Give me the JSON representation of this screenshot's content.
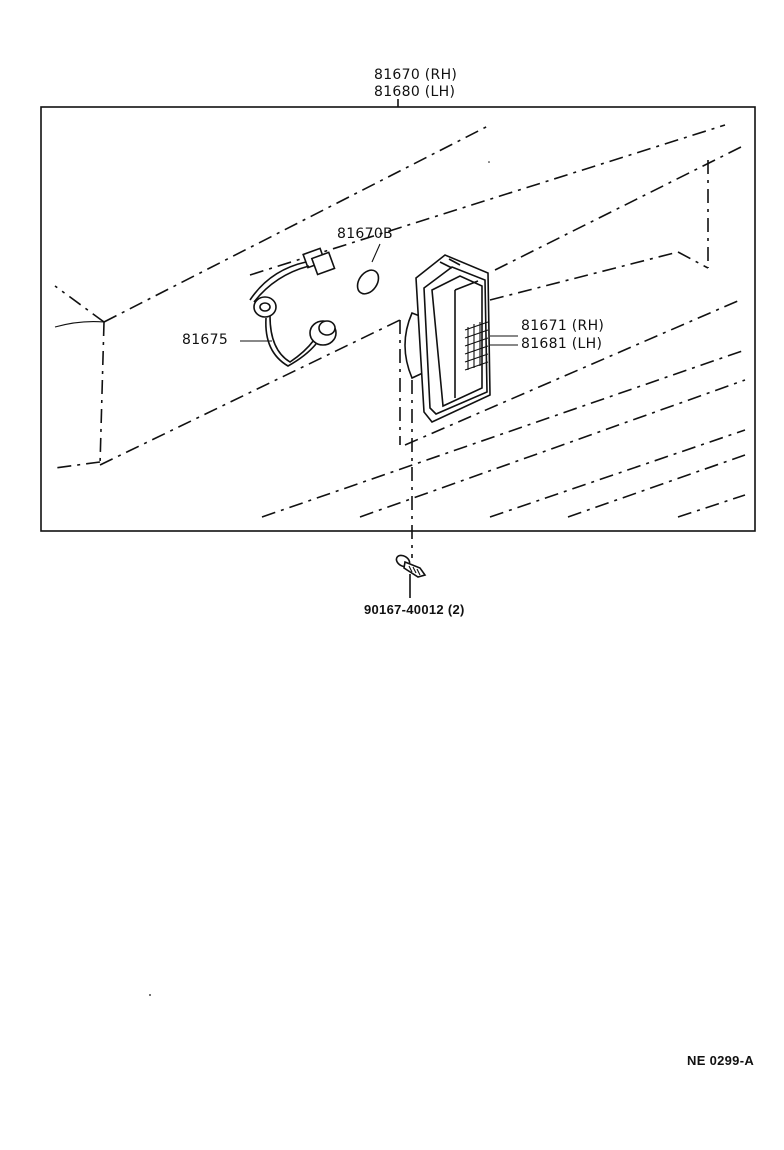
{
  "callouts": {
    "assembly_rh": "81670 (RH)",
    "assembly_lh": "81680 (LH)",
    "bulb": "81670B",
    "socket_wire": "81675",
    "lens_rh": "81671 (RH)",
    "lens_lh": "81681 (LH)",
    "screw": "90167-40012 (2)"
  },
  "figure_code": "NE  0299-A"
}
